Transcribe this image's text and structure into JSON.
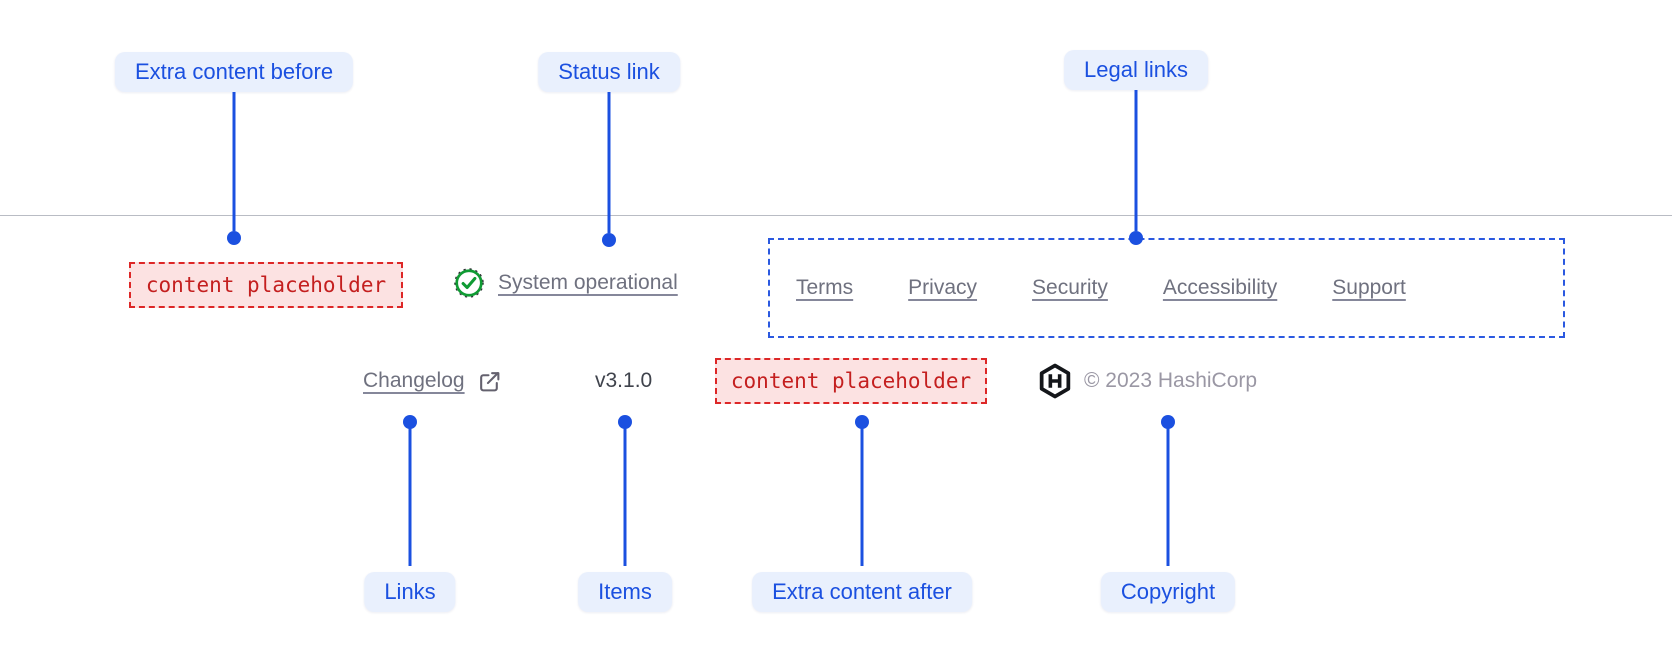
{
  "colors": {
    "annotation_blue": "#1b50e0",
    "annotation_label_bg": "#e9f0fd",
    "legal_box_border": "#2b59e0",
    "placeholder_border": "#dd2727",
    "placeholder_bg": "#fce2e2",
    "placeholder_text": "#c41f1f",
    "status_green": "#0f9b33",
    "link_gray": "#6f717f",
    "version_text": "#3f434c",
    "copyright_text": "#9a97a4",
    "divider_gray": "#b9bcc4",
    "logo_black": "#14161a"
  },
  "callouts": {
    "top": [
      {
        "label": "Extra content before"
      },
      {
        "label": "Status link"
      },
      {
        "label": "Legal links"
      }
    ],
    "bottom": [
      {
        "label": "Links"
      },
      {
        "label": "Items"
      },
      {
        "label": "Extra content after"
      },
      {
        "label": "Copyright"
      }
    ]
  },
  "footer": {
    "extra_content_before": {
      "text": "content placeholder"
    },
    "status": {
      "label": "System operational",
      "icon": "check-circle-icon"
    },
    "legal_links": {
      "items": [
        "Terms",
        "Privacy",
        "Security",
        "Accessibility",
        "Support"
      ]
    },
    "links": {
      "changelog_label": "Changelog",
      "icon": "external-link-icon"
    },
    "items": {
      "version": "v3.1.0"
    },
    "extra_content_after": {
      "text": "content placeholder"
    },
    "copyright": {
      "text": "© 2023 HashiCorp",
      "logo": "hashicorp-logo"
    }
  }
}
